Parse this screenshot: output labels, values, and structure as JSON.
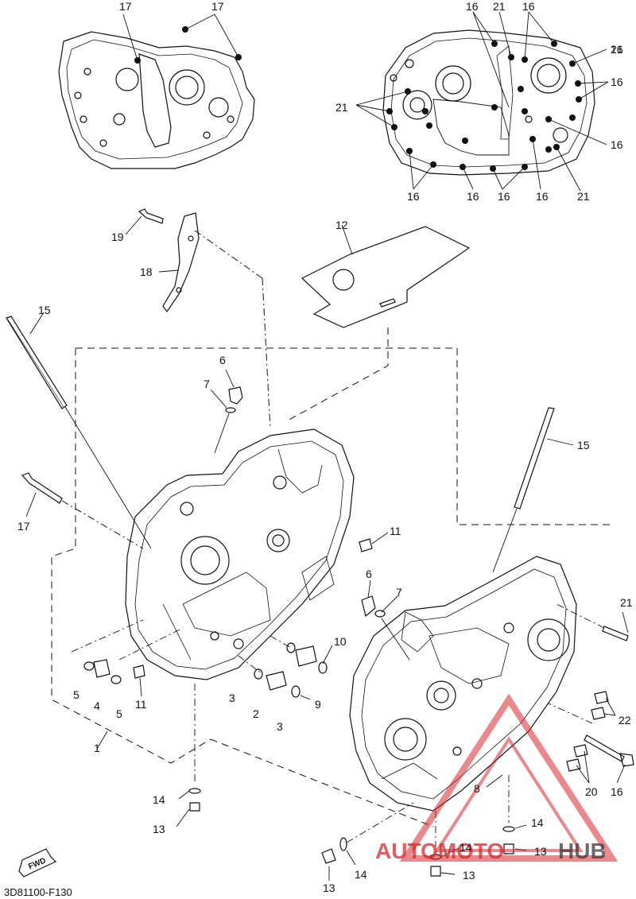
{
  "diagram": {
    "code": "3D81100-F130",
    "direction_label": "FWD",
    "callouts_top_left": [
      "17",
      "17"
    ],
    "callouts_top_right": [
      "16",
      "21",
      "16",
      "21",
      "16",
      "16",
      "21",
      "16",
      "16",
      "16",
      "16",
      "21",
      "16"
    ],
    "callouts_main": [
      "19",
      "18",
      "12",
      "15",
      "6",
      "7",
      "17",
      "11",
      "6",
      "7",
      "15",
      "10",
      "5",
      "4",
      "5",
      "11",
      "3",
      "2",
      "3",
      "9",
      "1",
      "21",
      "22",
      "8",
      "20",
      "16",
      "14",
      "13",
      "14",
      "14",
      "13",
      "13",
      "14",
      "13"
    ]
  },
  "watermark": {
    "text_red": "AUTOMOTO",
    "text_dark": "HUB",
    "color_red": "#d9262b",
    "color_dark": "#3a3a3a"
  },
  "colors": {
    "line": "#111111",
    "fill": "#ffffff"
  }
}
